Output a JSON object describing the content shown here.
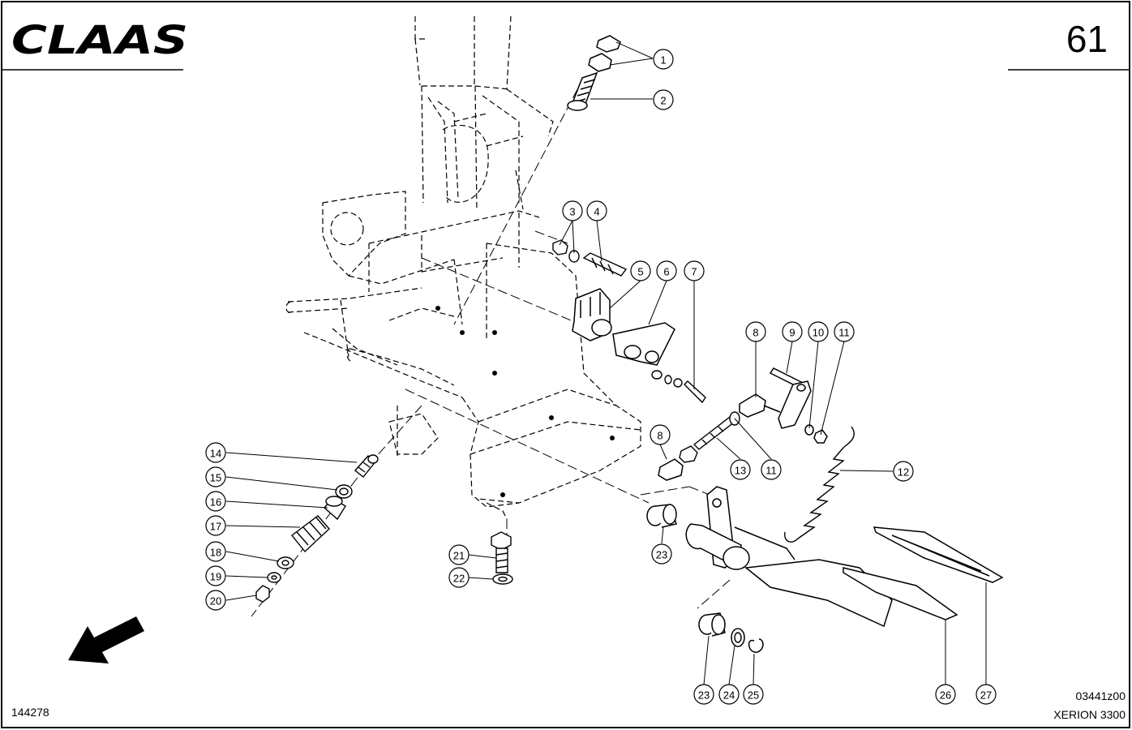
{
  "header": {
    "brand": "CLAAS",
    "page_number": "61"
  },
  "footer": {
    "catalog_id": "144278",
    "drawing_id": "03441z00",
    "model": "XERION 3300"
  },
  "callouts": [
    "1",
    "2",
    "3",
    "4",
    "5",
    "6",
    "7",
    "8",
    "9",
    "10",
    "11",
    "8",
    "13",
    "11",
    "12",
    "14",
    "15",
    "16",
    "17",
    "18",
    "19",
    "20",
    "21",
    "22",
    "23",
    "23",
    "24",
    "25",
    "26",
    "27"
  ],
  "colors": {
    "ink": "#000000",
    "paper": "#ffffff"
  },
  "icons": {
    "direction": "direction-arrow-icon"
  }
}
